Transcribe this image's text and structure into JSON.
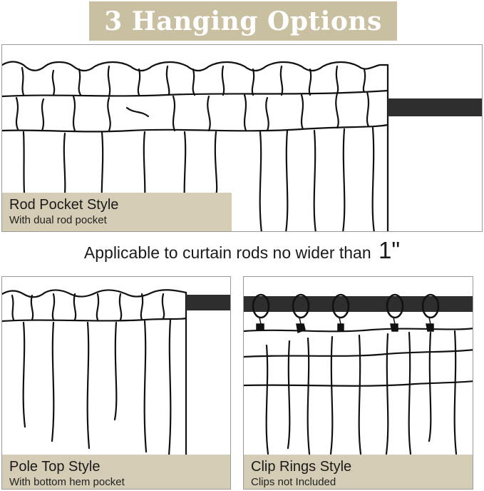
{
  "title": "3 Hanging Options",
  "rod_pocket": {
    "title": "Rod Pocket Style",
    "subtitle": "With dual rod pocket"
  },
  "applicable": {
    "text": "Applicable to curtain rods no wider than",
    "size": "1\""
  },
  "pole_top": {
    "title": "Pole Top Style",
    "subtitle": "With bottom hem pocket"
  },
  "clip_rings": {
    "title": "Clip Rings Style",
    "subtitle": "Clips not Included"
  },
  "colors": {
    "banner": "#c9bfa1",
    "caption": "#d4ccb4",
    "rod": "#2e2e2e",
    "line": "#111111"
  }
}
